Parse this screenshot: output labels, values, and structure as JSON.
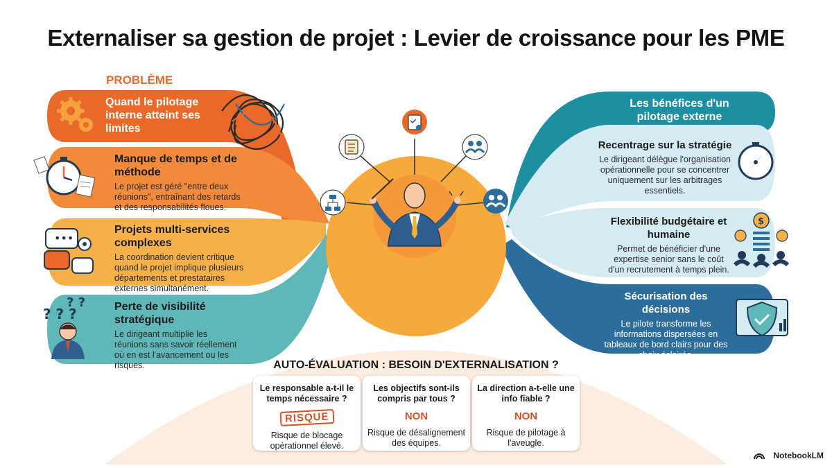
{
  "title": "Externaliser sa gestion de projet : Levier de croissance pour les PME",
  "probleme": {
    "label": "PROBLÈME",
    "header": "Quand le pilotage interne atteint ses limites",
    "items": [
      {
        "title": "Manque de temps et de méthode",
        "text": "Le projet est géré \"entre deux réunions\", entraînant des retards et des responsabilités floues."
      },
      {
        "title": "Projets multi-services complexes",
        "text": "La coordination devient critique quand le projet implique plusieurs départements et prestataires externes simultanément."
      },
      {
        "title": "Perte de visibilité stratégique",
        "text": "Le dirigeant multiplie les réunions sans savoir réellement où en est l'avancement ou les risques."
      }
    ]
  },
  "benefices": {
    "header": "Les bénéfices d'un pilotage externe",
    "items": [
      {
        "title": "Recentrage sur la stratégie",
        "text": "Le dirigeant délègue l'organisation opérationnelle pour se concentrer uniquement sur les arbitrages essentiels."
      },
      {
        "title": "Flexibilité budgétaire et humaine",
        "text": "Permet de bénéficier d'une expertise senior sans le coût d'un recrutement à temps plein."
      },
      {
        "title": "Sécurisation des décisions",
        "text": "Le pilote transforme les informations dispersées en tableaux de bord clairs pour des choix éclairés."
      }
    ]
  },
  "evaluation": {
    "title": "AUTO-ÉVALUATION : BESOIN D'EXTERNALISATION ?",
    "cards": [
      {
        "question": "Le responsable a-t-il le temps nécessaire ?",
        "answer": "RISQUE",
        "detail": "Risque de blocage opérationnel élevé."
      },
      {
        "question": "Les objectifs sont-ils compris par tous ?",
        "answer": "NON",
        "detail": "Risque de désalignement des équipes."
      },
      {
        "question": "La direction a-t-elle une info fiable ?",
        "answer": "NON",
        "detail": "Risque de pilotage à l'aveugle."
      }
    ]
  },
  "brand": "NotebookLM",
  "colors": {
    "orange_dark": "#e8692a",
    "orange": "#f28a3c",
    "orange_light": "#f6b04a",
    "teal": "#5fb7b8",
    "teal_dark": "#1e8fa0",
    "blue": "#2d6d9c",
    "light_blue": "#d3ebf1",
    "red": "#d2522b",
    "center": "#f7a93b"
  },
  "icons": [
    "gears-icon",
    "tangled-lines-icon",
    "stopwatch-icon",
    "chat-bubbles-icon",
    "confused-person-icon",
    "checklist-icon",
    "clipboard-check-icon",
    "team-icon",
    "org-chart-icon",
    "conductor-icon",
    "compass-icon",
    "spring-budget-icon",
    "shield-check-icon",
    "notebooklm-logo-icon"
  ]
}
